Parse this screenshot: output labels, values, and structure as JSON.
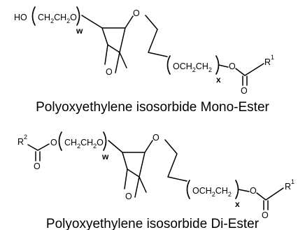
{
  "mono_ester": {
    "terminal_group": "HO",
    "peg_left": {
      "parts": [
        {
          "t": "CH",
          "s": false
        },
        {
          "t": "2",
          "s": true
        },
        {
          "t": "CH",
          "s": false
        },
        {
          "t": "2",
          "s": true
        },
        {
          "t": "O",
          "s": false
        }
      ],
      "repeat_index": "w"
    },
    "ring_oxygen_top": "O",
    "ring_oxygen_bottom": "O",
    "peg_right": {
      "parts": [
        {
          "t": "OCH",
          "s": false
        },
        {
          "t": "2",
          "s": true
        },
        {
          "t": "CH",
          "s": false
        },
        {
          "t": "2",
          "s": true
        }
      ],
      "repeat_index": "x"
    },
    "ester_oxygen": "O",
    "carbonyl_oxygen": "O",
    "r_group": "R",
    "r_group_superscript": "1",
    "caption": "Polyoxyethylene isosorbide Mono-Ester"
  },
  "di_ester": {
    "left_r_group": "R",
    "left_r_group_superscript": "2",
    "left_carbonyl_oxygen": "O",
    "left_ester_oxygen": "O",
    "peg_left": {
      "parts": [
        {
          "t": "CH",
          "s": false
        },
        {
          "t": "2",
          "s": true
        },
        {
          "t": "CH",
          "s": false
        },
        {
          "t": "2",
          "s": true
        },
        {
          "t": "O",
          "s": false
        }
      ],
      "repeat_index": "w"
    },
    "ring_oxygen_top": "O",
    "ring_oxygen_bottom": "O",
    "peg_right": {
      "parts": [
        {
          "t": "OCH",
          "s": false
        },
        {
          "t": "2",
          "s": true
        },
        {
          "t": "CH",
          "s": false
        },
        {
          "t": "2",
          "s": true
        }
      ],
      "repeat_index": "x"
    },
    "ester_oxygen": "O",
    "carbonyl_oxygen": "O",
    "r_group": "R",
    "r_group_superscript": "1",
    "caption": "Polyoxyethylene isosorbide Di-Ester"
  }
}
